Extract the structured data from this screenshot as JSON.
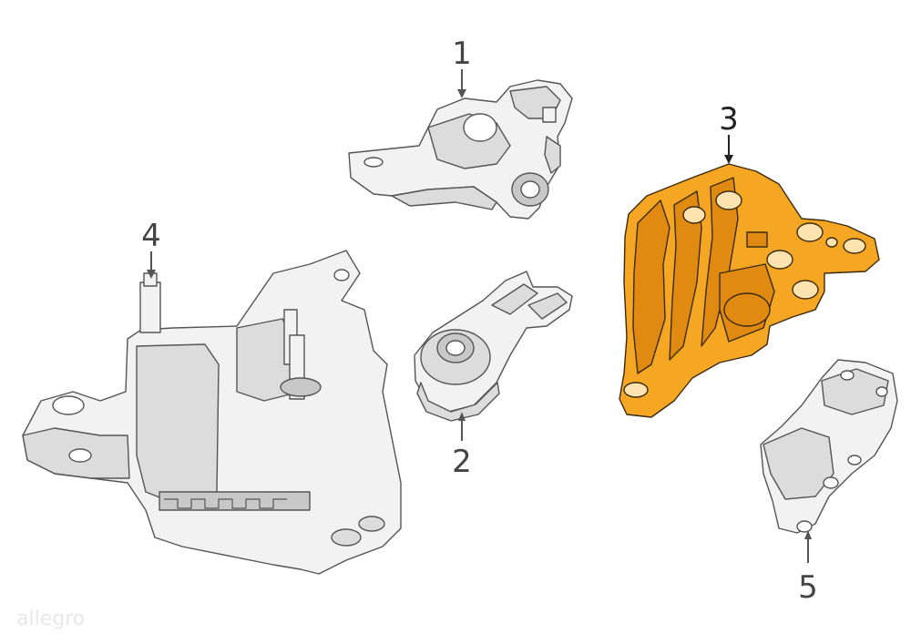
{
  "callouts": [
    {
      "id": "1",
      "label": "1"
    },
    {
      "id": "2",
      "label": "2"
    },
    {
      "id": "3",
      "label": "3",
      "highlighted": true
    },
    {
      "id": "4",
      "label": "4"
    },
    {
      "id": "5",
      "label": "5"
    }
  ],
  "watermark": "allegro",
  "colors": {
    "highlight": "#f5a623",
    "line": "#555555",
    "background": "#ffffff"
  }
}
